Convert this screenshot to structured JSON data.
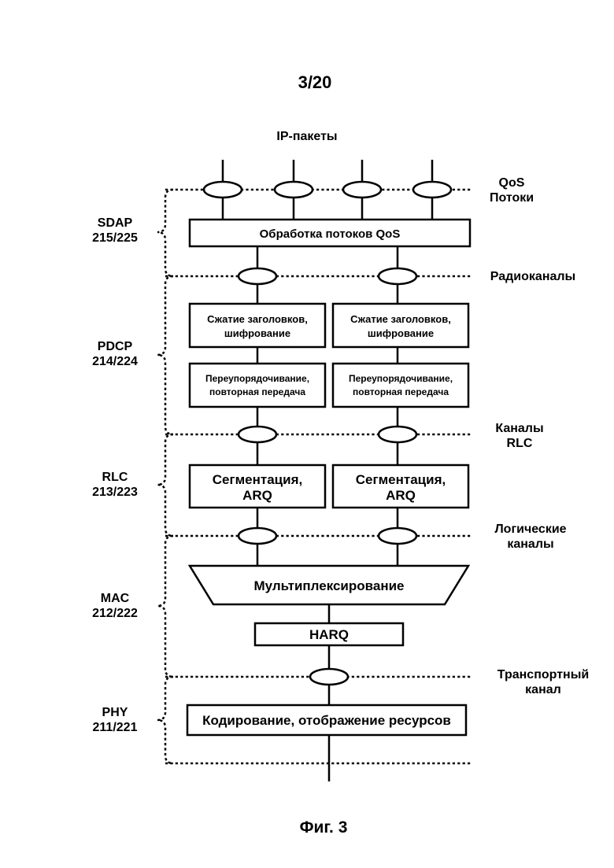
{
  "page_number": "3/20",
  "figure_caption": "Фиг. 3",
  "top_label": "IP-пакеты",
  "layers": {
    "sdap": {
      "name": "SDAP",
      "ref": "215/225"
    },
    "pdcp": {
      "name": "PDCP",
      "ref": "214/224"
    },
    "rlc": {
      "name": "RLC",
      "ref": "213/223"
    },
    "mac": {
      "name": "MAC",
      "ref": "212/222"
    },
    "phy": {
      "name": "PHY",
      "ref": "211/221"
    }
  },
  "channels": {
    "qos_flows": [
      "QoS",
      "Потоки"
    ],
    "radio_bearers": [
      "Радиоканалы"
    ],
    "rlc_channels": [
      "Каналы",
      "RLC"
    ],
    "logical_channels": [
      "Логические",
      "каналы"
    ],
    "transport_channel": [
      "Транспортный",
      "канал"
    ]
  },
  "blocks": {
    "qos_flow_handling": "Обработка потоков QoS",
    "header_compression": [
      "Сжатие заголовков,",
      "шифрование"
    ],
    "reordering": [
      "Переупорядочивание,",
      "повторная передача"
    ],
    "segmentation": [
      "Сегментация,",
      "ARQ"
    ],
    "multiplexing": "Мультиплексирование",
    "harq": "HARQ",
    "coding": "Кодирование, отображение ресурсов"
  }
}
